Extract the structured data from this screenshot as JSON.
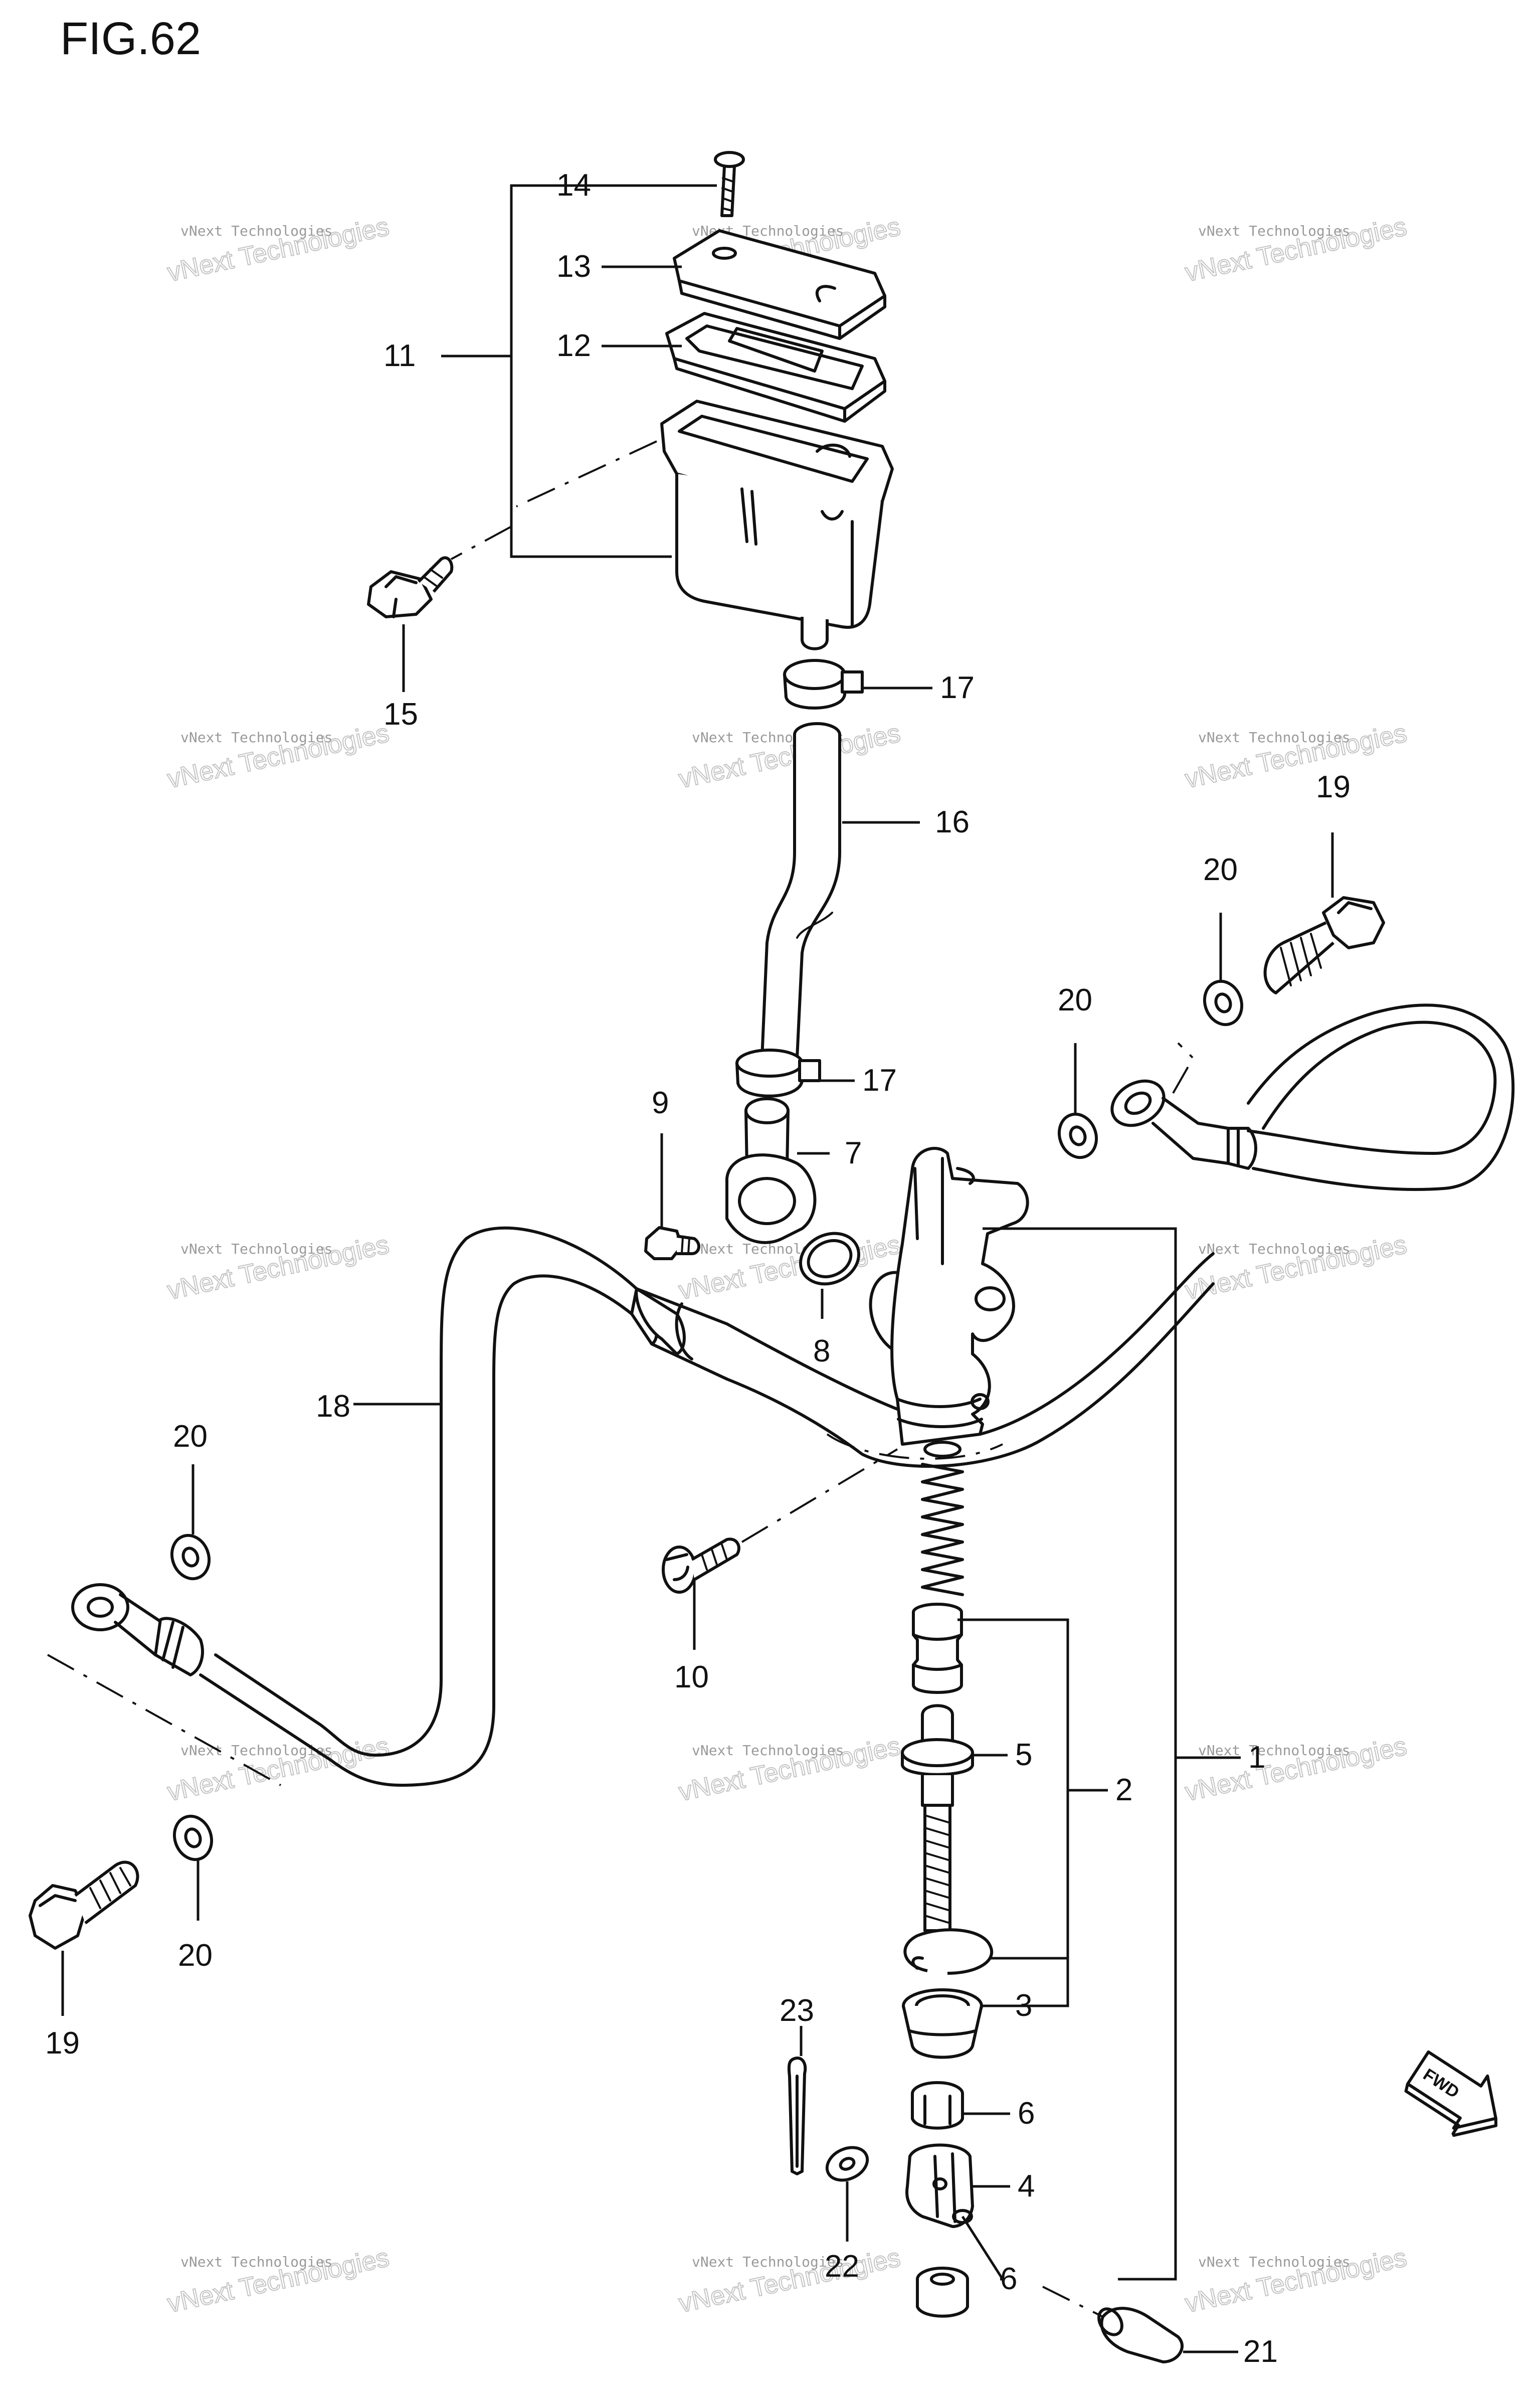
{
  "figure_title": "FIG.62",
  "watermark": {
    "line1": "vNext Technologies",
    "line2": "vNext Technologies"
  },
  "direction_badge": "FWD",
  "callouts": {
    "c1": "1",
    "c2": "2",
    "c3": "3",
    "c4": "4",
    "c5": "5",
    "c6a": "6",
    "c6b": "6",
    "c7": "7",
    "c8": "8",
    "c9": "9",
    "c10": "10",
    "c11": "11",
    "c12": "12",
    "c13": "13",
    "c14": "14",
    "c15": "15",
    "c16": "16",
    "c17a": "17",
    "c17b": "17",
    "c18": "18",
    "c19a": "19",
    "c19b": "19",
    "c20a": "20",
    "c20b": "20",
    "c20c": "20",
    "c20d": "20",
    "c21": "21",
    "c22": "22",
    "c23": "23"
  }
}
